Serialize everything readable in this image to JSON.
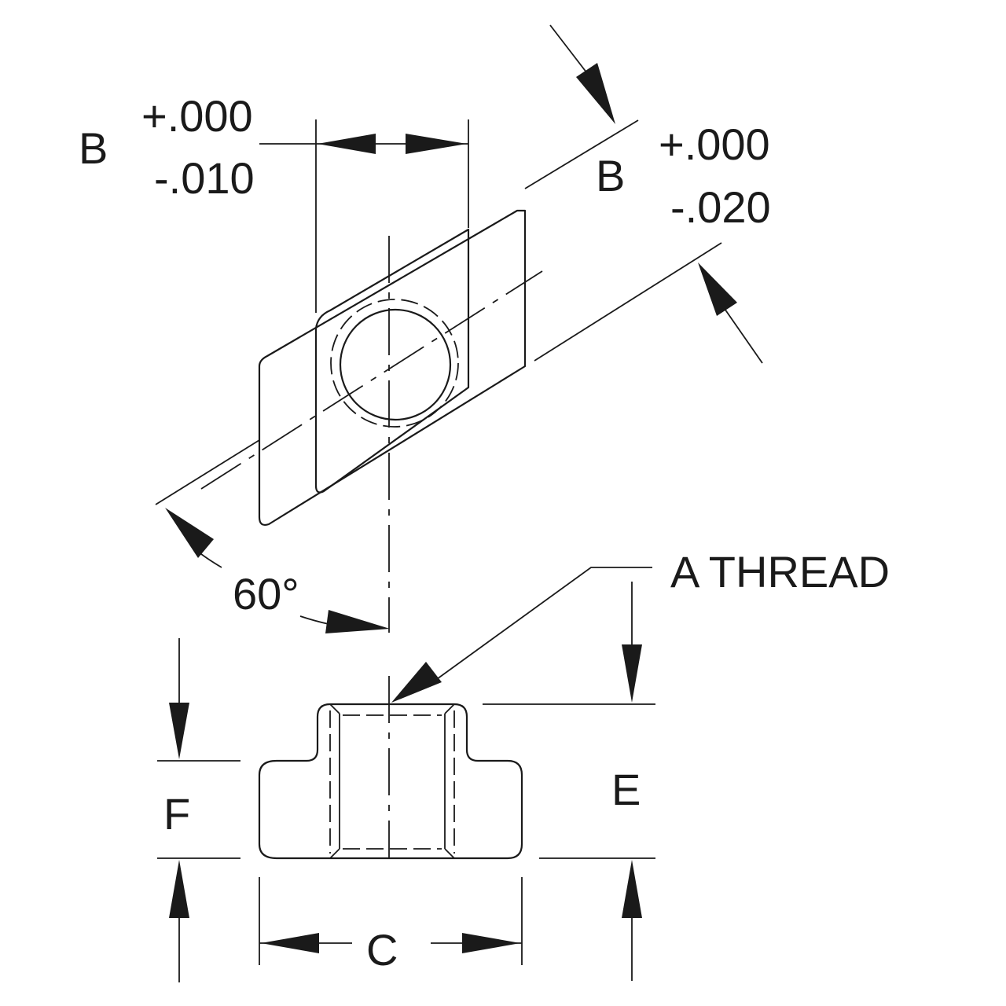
{
  "labels": {
    "b_left_letter": "B",
    "b_left_tol_plus": "+.000",
    "b_left_tol_minus": "-.010",
    "b_right_letter": "B",
    "b_right_tol_plus": "+.000",
    "b_right_tol_minus": "-.020",
    "angle": "60°",
    "thread": "A THREAD",
    "dim_e": "E",
    "dim_f": "F",
    "dim_c": "C"
  },
  "colors": {
    "line": "#1a1a1a",
    "background": "#ffffff"
  }
}
